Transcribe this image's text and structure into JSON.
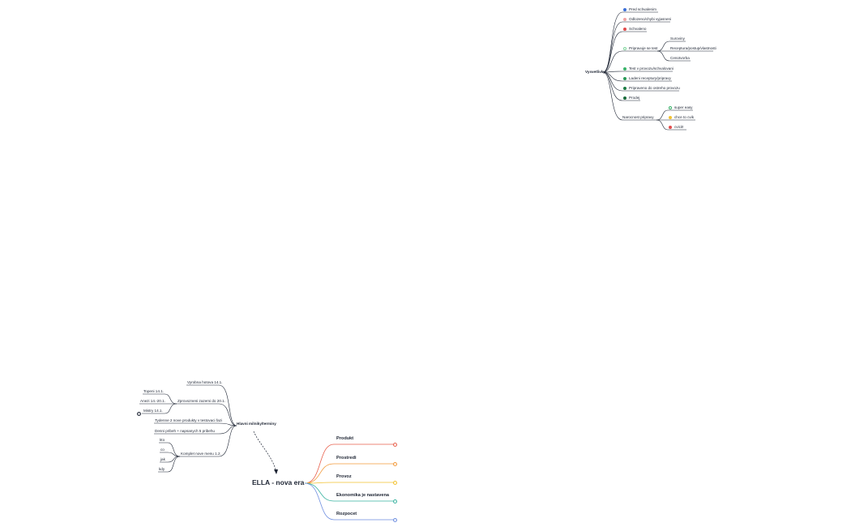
{
  "legend": {
    "title": "Vysvetlivky",
    "items": [
      {
        "label": "Pred schvalenim",
        "color": "#3b6fd8"
      },
      {
        "label": "Odlozeno/chybi vyjasneni",
        "color": "#f0a3a3"
      },
      {
        "label": "Schvaleno",
        "color": "#e24c4c"
      },
      {
        "label": "Pripravuje se test",
        "color": "#7fd39b"
      },
      {
        "label": "Test v provozu/schvalovani",
        "color": "#3ab36a"
      },
      {
        "label": "Ladeni receptury/pripravy",
        "color": "#2a9a58"
      },
      {
        "label": "Pripraveno do ostreho provozu",
        "color": "#1f7d46"
      },
      {
        "label": "Prodej",
        "color": "#1a6b3c"
      }
    ],
    "test_children": [
      "Suroviny",
      "Receptura/postup/vlastnosti",
      "Cenotvorba"
    ],
    "difficulty": {
      "label": "Narocnost pripravy",
      "items": [
        {
          "label": "super easy",
          "color": "#3ab36a"
        },
        {
          "label": "chce to cvik",
          "color": "#f2c230"
        },
        {
          "label": "cvicit!",
          "color": "#e24c4c"
        }
      ]
    }
  },
  "milestones": {
    "title": "Hlavni milniky/terminy",
    "items": [
      "Vyrobna hotova 14.1.",
      "Zprovozneni zazemi do 20.1.",
      "Tydenne 2 nove produkty v testovaci fazi",
      "Denni pribeh + napsanych 5 pribehu",
      "Komplet nove menu 1.2."
    ],
    "zazemi_children": [
      "Topeni 14.1.",
      "Anezi 14.-20.1.",
      "Mistry 14.1."
    ],
    "menu_children": [
      "kto",
      "co",
      "jak",
      "kdy"
    ]
  },
  "root": "ELLA - nova era",
  "branches": [
    {
      "label": "Produkt",
      "color": "#e8604c"
    },
    {
      "label": "Prostredi",
      "color": "#f29a3b"
    },
    {
      "label": "Provoz",
      "color": "#f2c230"
    },
    {
      "label": "Ekonomika je nastavena",
      "color": "#3ab3a0"
    },
    {
      "label": "Rozpocet",
      "color": "#6f8fe0"
    }
  ]
}
